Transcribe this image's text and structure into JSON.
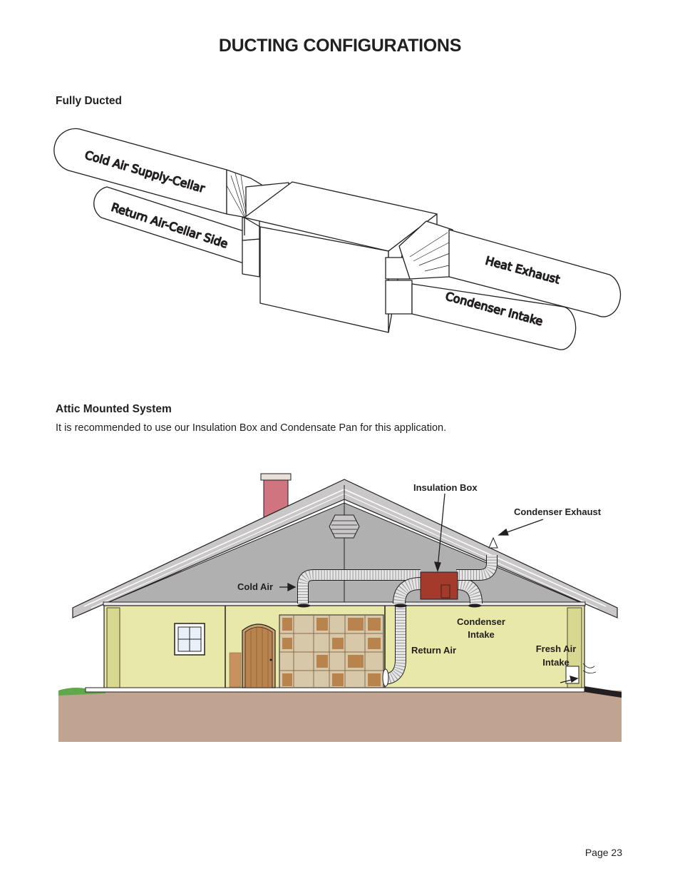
{
  "page": {
    "title": "DUCTING CONFIGURATIONS",
    "page_number": "Page 23"
  },
  "fully_ducted": {
    "heading": "Fully Ducted",
    "labels": {
      "cold_air_supply": "Cold Air Supply-Cellar",
      "return_air": "Return Air-Cellar Side",
      "heat_exhaust": "Heat Exhaust",
      "condenser_intake": "Condenser Intake"
    }
  },
  "attic": {
    "heading": "Attic Mounted System",
    "description": "It is recommended to use our Insulation Box and Condensate Pan for this application.",
    "labels": {
      "insulation_box": "Insulation Box",
      "condenser_exhaust": "Condenser Exhaust",
      "cold_air": "Cold Air",
      "condenser_intake_1": "Condenser",
      "condenser_intake_2": "Intake",
      "return_air": "Return Air",
      "fresh_air_1": "Fresh Air",
      "fresh_air_2": "Intake"
    }
  },
  "colors": {
    "roof": "#c9c7c8",
    "attic": "#b0b0b0",
    "wall": "#e8e8a8",
    "chimney": "#d07480",
    "ground": "#c0a491",
    "insulation_box": "#a33a2b",
    "door": "#b9834e",
    "grass": "#5fa84b"
  }
}
